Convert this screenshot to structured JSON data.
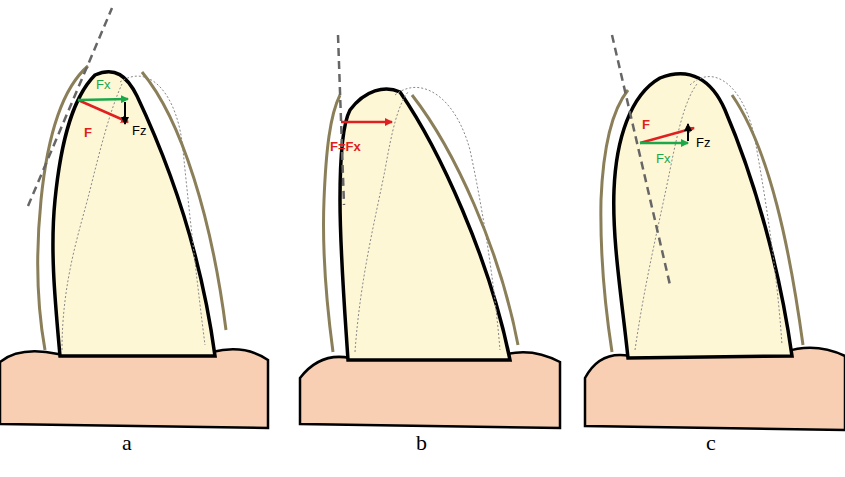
{
  "diagram": {
    "labels": [
      "Fx",
      "F",
      "Fz",
      "F=Fx",
      "F",
      "Fx",
      "Fz",
      "a",
      "b",
      "c"
    ]
  }
}
